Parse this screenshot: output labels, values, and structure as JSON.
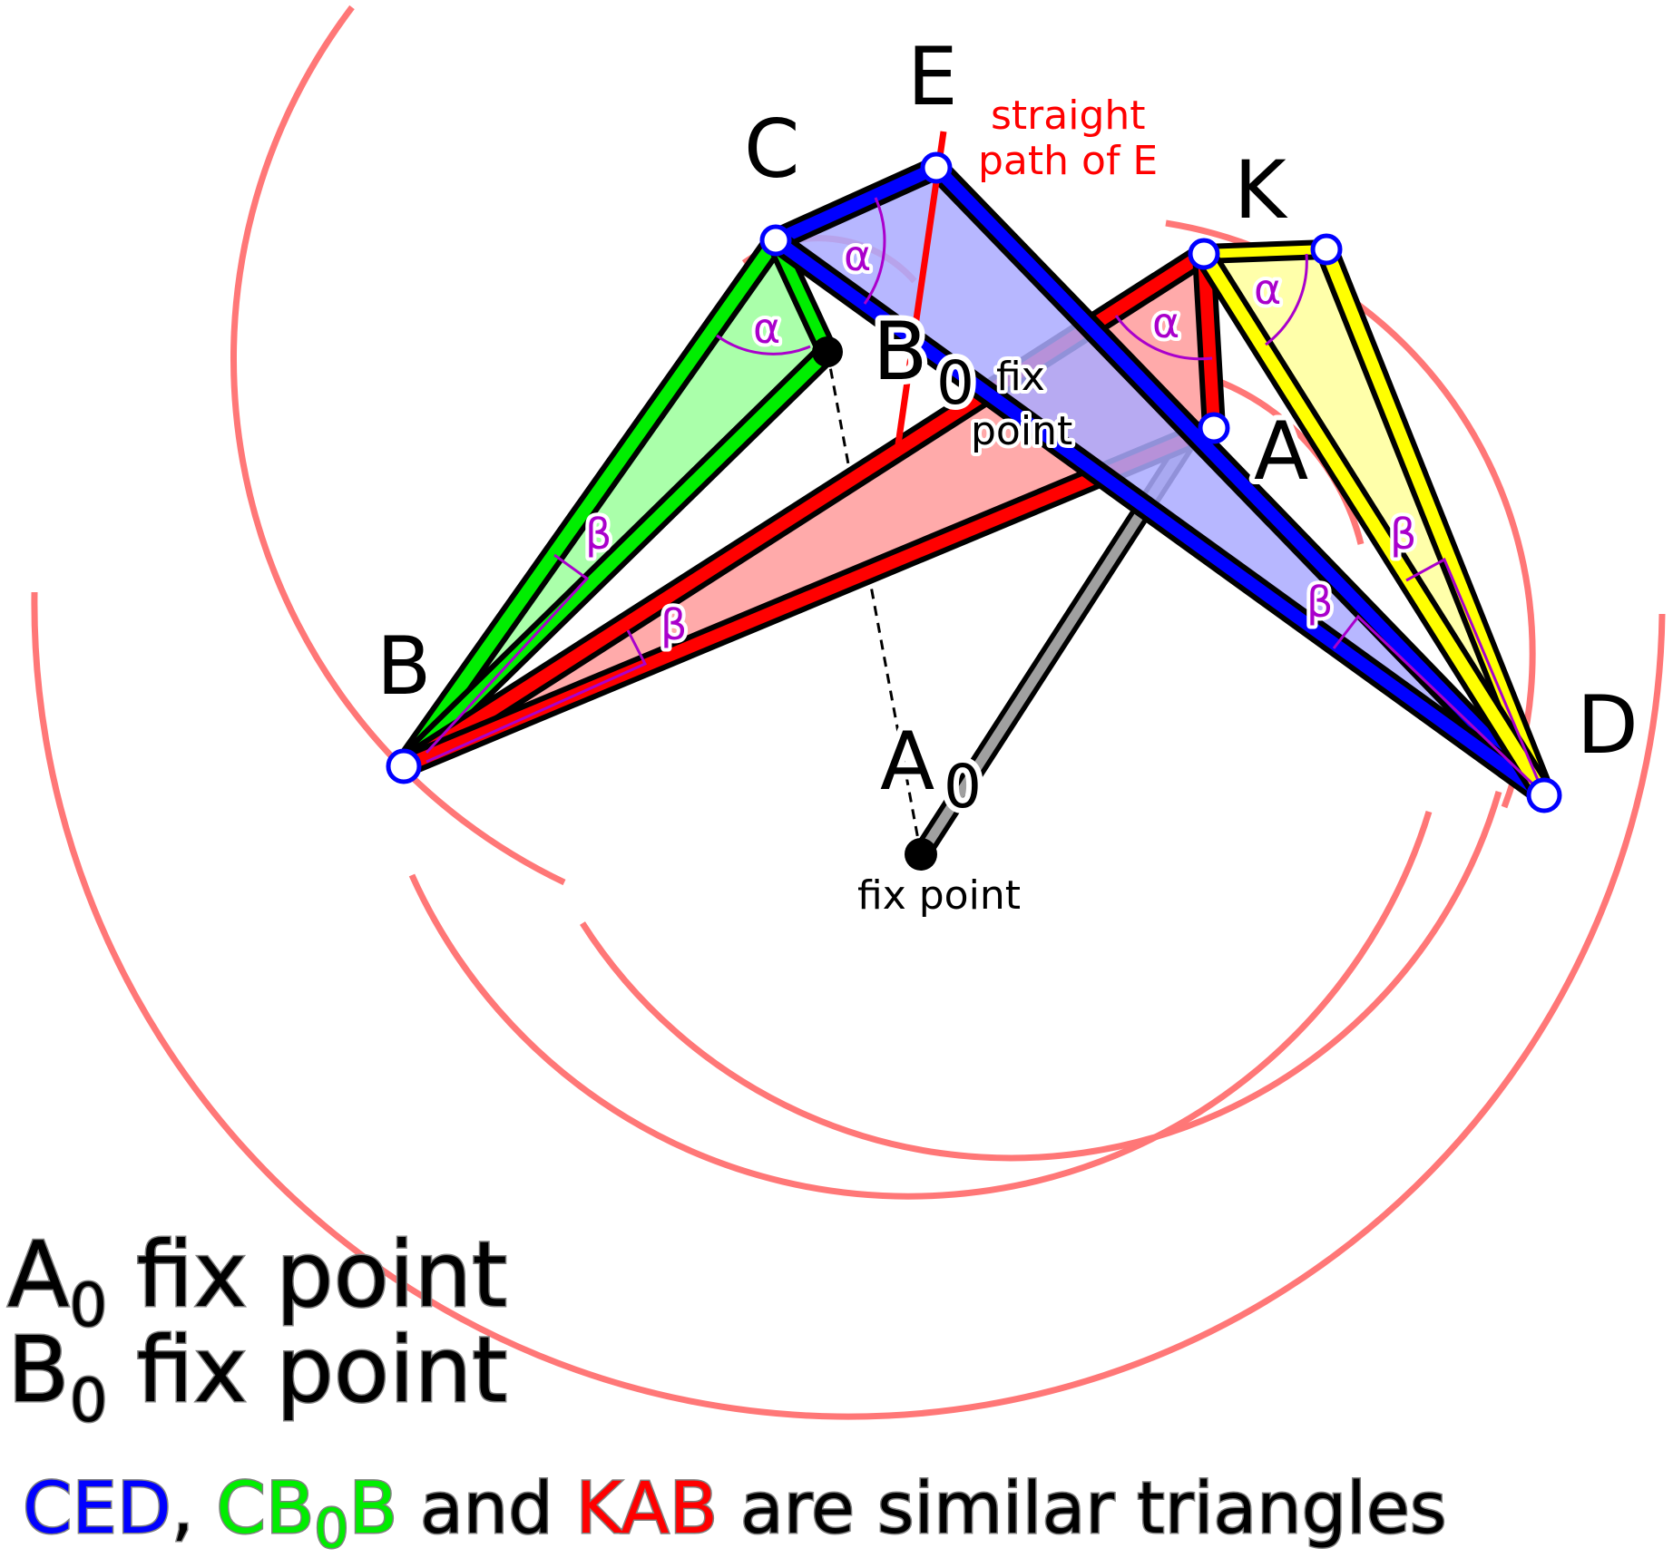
{
  "points": {
    "E": "E",
    "C": "C",
    "K": "K",
    "B0": "B",
    "B0_sub": "0",
    "A": "A",
    "B": "B",
    "D": "D",
    "A0": "A",
    "A0_sub": "0"
  },
  "annotations": {
    "path_line1": "straight",
    "path_line2": "path of E",
    "b0_fix_line1": "fix",
    "b0_fix_line2": "point",
    "a0_fix": "fix point"
  },
  "angles": {
    "alpha": "α",
    "beta": "β"
  },
  "legend": {
    "a0_name": "A",
    "a0_sub": "0",
    "a0_text": " fix point",
    "b0_name": "B",
    "b0_sub": "0",
    "b0_text": " fix point",
    "ced": "CED",
    "comma": ", ",
    "cb0b_pre": "CB",
    "cb0b_sub": "0",
    "cb0b_post": "B",
    "and": " and ",
    "kab": "KAB",
    "tail": " are similar triangles"
  },
  "colors": {
    "blue": "#0000ff",
    "blue_fill": "#aaaaff",
    "green": "#00ee00",
    "green_fill": "#aaffaa",
    "red": "#ff0000",
    "red_fill": "#ffaaaa",
    "yellow": "#ffff00",
    "yellow_fill": "#ffffaa",
    "arc": "#ff7777",
    "angle": "#aa00cc"
  }
}
